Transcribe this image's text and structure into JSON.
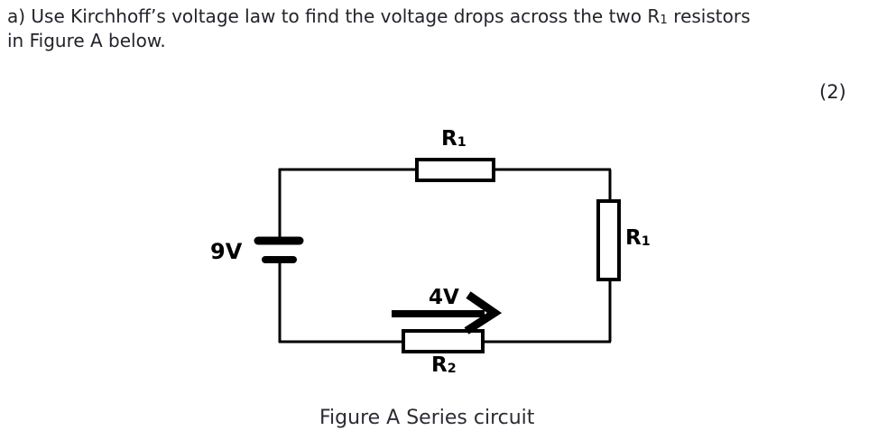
{
  "question": {
    "line1_pre": "a) Use Kirchhoff’s voltage law to find the voltage drops across the two R",
    "line1_sub": "1",
    "line1_post": " resistors",
    "line2": "in Figure A below.",
    "marks": "(2)"
  },
  "circuit": {
    "battery_label": "9V",
    "top_resistor_label": {
      "base": "R",
      "sub": "1"
    },
    "right_resistor_label": {
      "base": "R",
      "sub": "1"
    },
    "bottom_resistor_label": {
      "base": "R",
      "sub": "2"
    },
    "arrow_label": "4V"
  },
  "caption": "Figure A Series circuit",
  "colors": {
    "text": "#23232b",
    "circuit": "#000000",
    "background": "#ffffff"
  }
}
